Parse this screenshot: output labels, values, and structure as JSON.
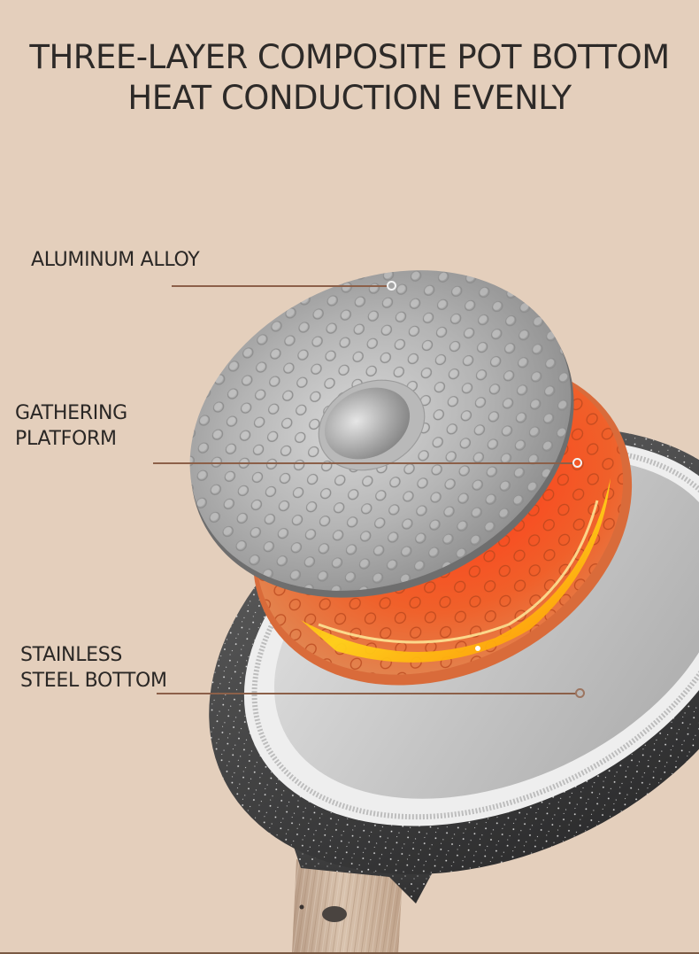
{
  "headline": {
    "line1": "THREE-LAYER COMPOSITE POT BOTTOM",
    "line2": "HEAT CONDUCTION EVENLY"
  },
  "layers": [
    {
      "id": "aluminum",
      "label_lines": [
        "ALUMINUM ALLOY"
      ]
    },
    {
      "id": "gathering",
      "label_lines": [
        "GATHERING",
        "PLATFORM"
      ]
    },
    {
      "id": "steel",
      "label_lines": [
        "STAINLESS",
        "STEEL BOTTOM"
      ]
    }
  ],
  "colors": {
    "background": "#e4cfbc",
    "text": "#2d2a28",
    "leader_line": "#8c6049",
    "aluminum_disc": "#b9b9b9",
    "copper_layer": "#e8652a",
    "flame": "#ffc21a",
    "pan_body": "#3b3b3c",
    "handle_wood": "#cbb39e"
  },
  "icons": {
    "callout_marker": "ring-dot-icon"
  }
}
